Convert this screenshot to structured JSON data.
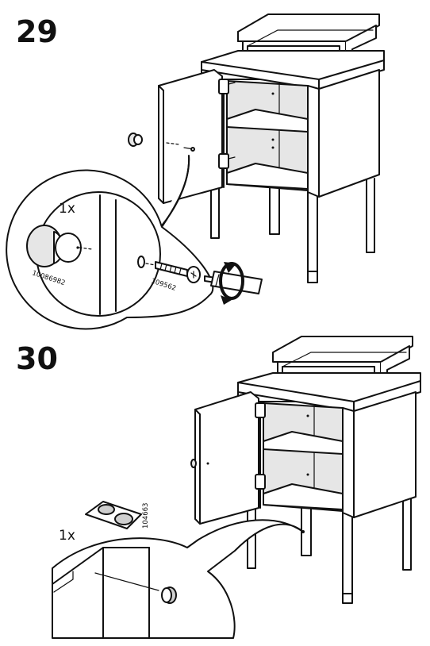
{
  "steps": [
    {
      "number": "29",
      "quantity": "1x",
      "part_knob": "10086982",
      "part_screw": "109562"
    },
    {
      "number": "30",
      "quantity": "1x",
      "part_pad": "104663"
    }
  ],
  "icons": [
    "knob-icon",
    "screw-icon",
    "screwdriver-icon",
    "rotate-arrow-icon",
    "felt-pad-icon"
  ]
}
